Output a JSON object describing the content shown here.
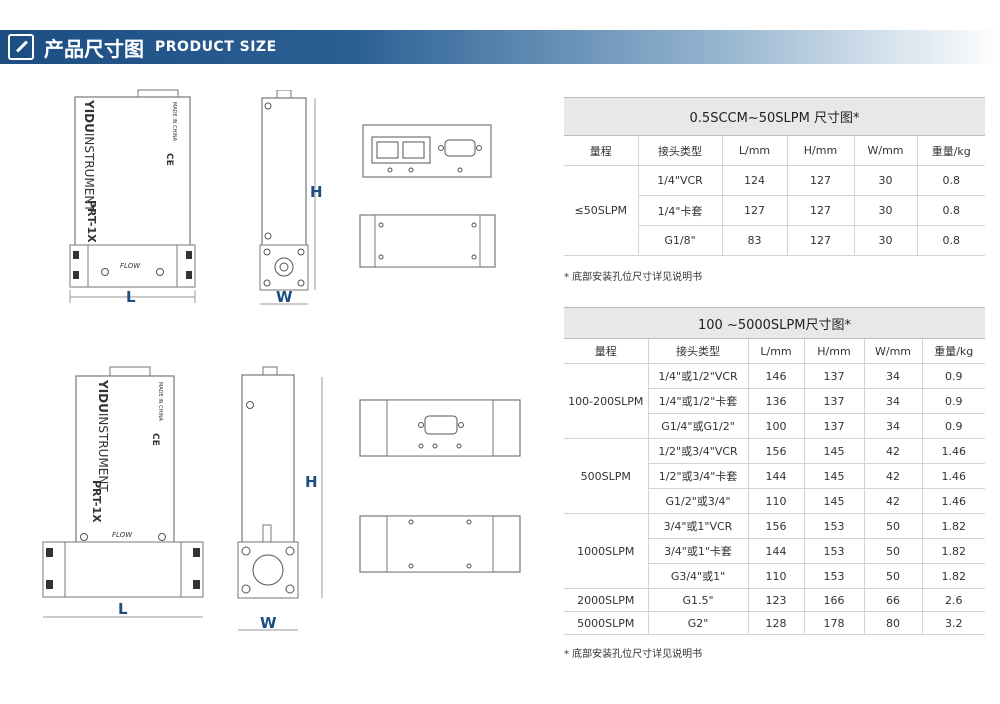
{
  "header": {
    "title": "产品尺寸图",
    "subtitle": "PRODUCT SIZE"
  },
  "device_labels": {
    "brand": "YIDU",
    "brand_rest": "INSTRUMENT",
    "model": "PRT-1X",
    "made_in": "MADE IN CHINA",
    "flow": "FLOW",
    "ce": "CE"
  },
  "dims": {
    "l": "L",
    "w": "W",
    "h": "H"
  },
  "table1": {
    "title": "0.5SCCM~50SLPM 尺寸图*",
    "headers": [
      "量程",
      "接头类型",
      "L/mm",
      "H/mm",
      "W/mm",
      "重量/kg"
    ],
    "range": "≤50SLPM",
    "rows": [
      [
        "1/4\"VCR",
        "124",
        "127",
        "30",
        "0.8"
      ],
      [
        "1/4\"卡套",
        "127",
        "127",
        "30",
        "0.8"
      ],
      [
        "G1/8\"",
        "83",
        "127",
        "30",
        "0.8"
      ]
    ],
    "note": "* 底部安装孔位尺寸详见说明书"
  },
  "table2": {
    "title": "100 ~5000SLPM尺寸图*",
    "headers": [
      "量程",
      "接头类型",
      "L/mm",
      "H/mm",
      "W/mm",
      "重量/kg"
    ],
    "groups": [
      {
        "range": "100-200SLPM",
        "rows": [
          [
            "1/4\"或1/2\"VCR",
            "146",
            "137",
            "34",
            "0.9"
          ],
          [
            "1/4\"或1/2\"卡套",
            "136",
            "137",
            "34",
            "0.9"
          ],
          [
            "G1/4\"或G1/2\"",
            "100",
            "137",
            "34",
            "0.9"
          ]
        ]
      },
      {
        "range": "500SLPM",
        "rows": [
          [
            "1/2\"或3/4\"VCR",
            "156",
            "145",
            "42",
            "1.46"
          ],
          [
            "1/2\"或3/4\"卡套",
            "144",
            "145",
            "42",
            "1.46"
          ],
          [
            "G1/2\"或3/4\"",
            "110",
            "145",
            "42",
            "1.46"
          ]
        ]
      },
      {
        "range": "1000SLPM",
        "rows": [
          [
            "3/4\"或1\"VCR",
            "156",
            "153",
            "50",
            "1.82"
          ],
          [
            "3/4\"或1\"卡套",
            "144",
            "153",
            "50",
            "1.82"
          ],
          [
            "G3/4\"或1\"",
            "110",
            "153",
            "50",
            "1.82"
          ]
        ]
      },
      {
        "range": "2000SLPM",
        "rows": [
          [
            "G1.5\"",
            "123",
            "166",
            "66",
            "2.6"
          ]
        ]
      },
      {
        "range": "5000SLPM",
        "rows": [
          [
            "G2\"",
            "128",
            "178",
            "80",
            "3.2"
          ]
        ]
      }
    ],
    "note": "* 底部安装孔位尺寸详见说明书"
  }
}
